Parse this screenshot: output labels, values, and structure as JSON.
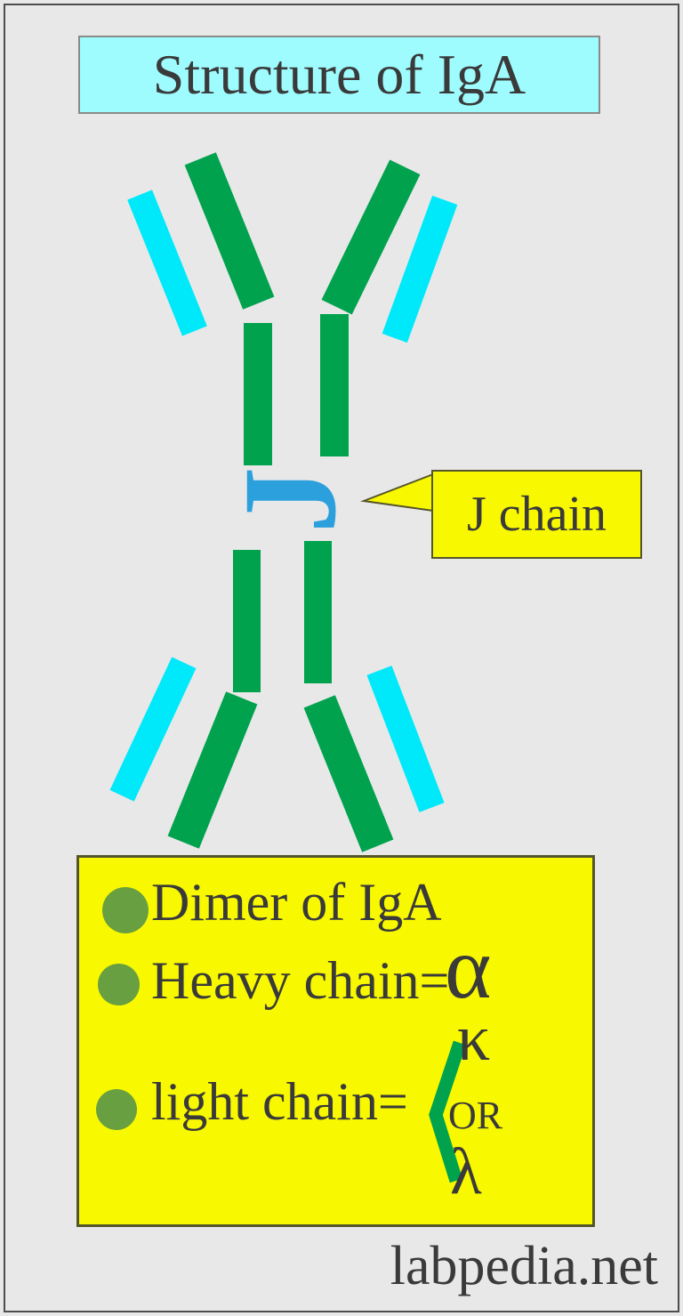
{
  "title": {
    "text": "Structure of IgA"
  },
  "colors": {
    "background": "#E8E8E8",
    "frame_border": "#4D4D4D",
    "title_bg": "#9EFCFF",
    "title_border": "#8A8A8A",
    "heavy_chain_green": "#00A24E",
    "light_chain_cyan": "#00E9FA",
    "j_chain_blue": "#2BA0DC",
    "callout_bg": "#F8F800",
    "callout_border": "#55552A",
    "legend_bg": "#F8F800",
    "legend_border": "#55552A",
    "bullet_green": "#689F40",
    "text_dark": "#3A3A3A"
  },
  "j_chain": {
    "glyph": "J",
    "callout_label": "J chain"
  },
  "legend": {
    "items": [
      {
        "label": "Dimer of IgA"
      },
      {
        "label": "Heavy chain=",
        "value": "α"
      },
      {
        "label": "light chain=",
        "option_top": "κ",
        "connector": "OR",
        "option_bottom": "λ"
      }
    ]
  },
  "footer": {
    "watermark": "labpedia.net"
  }
}
